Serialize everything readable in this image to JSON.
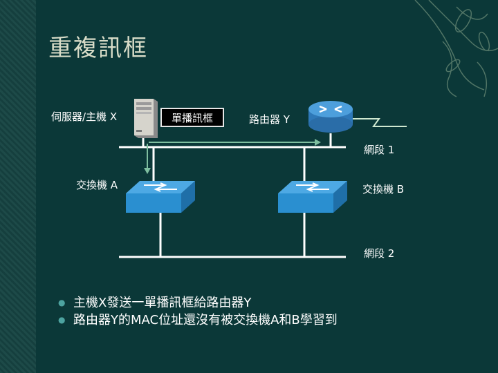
{
  "slide": {
    "title": "重複訊框"
  },
  "diagram": {
    "server_label": "伺服器/主機 X",
    "frame_label": "單播訊框",
    "router_label": "路由器 Y",
    "segment1_label": "網段 1",
    "switch_a_label": "交換機 A",
    "switch_b_label": "交換機 B",
    "segment2_label": "網段 2"
  },
  "bullets": [
    "主機X發送一單播訊框給路由器Y",
    "路由器Y的MAC位址還沒有被交換機A和B學習到"
  ],
  "colors": {
    "background": "#0b3838",
    "switch_blue": "#2a8fd0",
    "router_blue": "#3b8ecf",
    "arrow_green": "#7fbfa0"
  }
}
